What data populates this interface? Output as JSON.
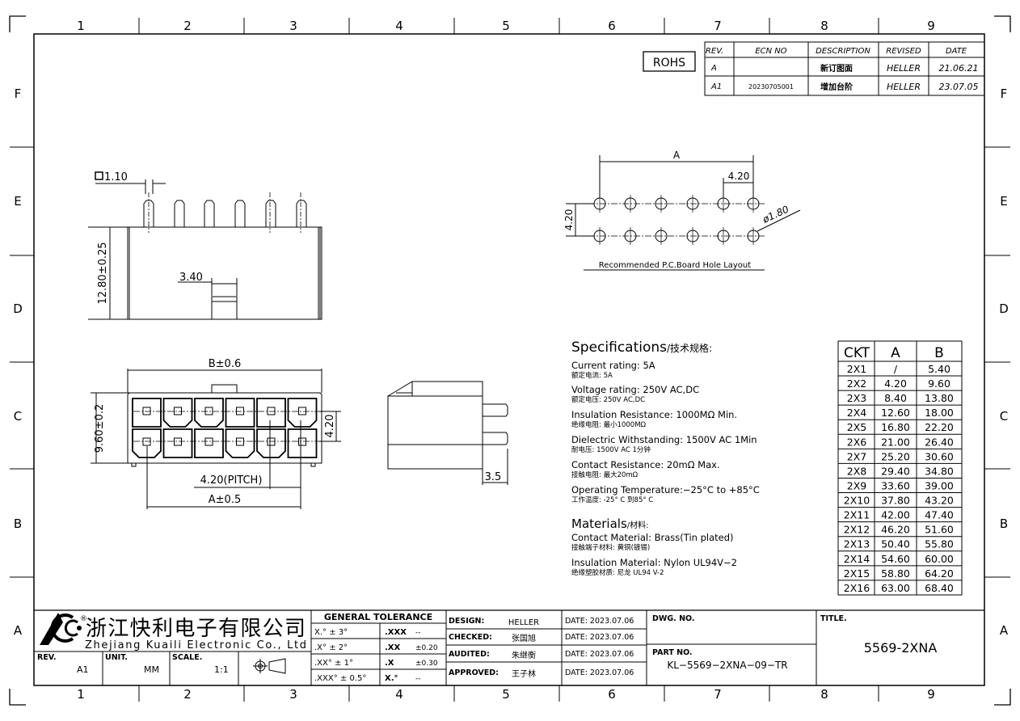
{
  "frame": {
    "columns": [
      "1",
      "2",
      "3",
      "4",
      "5",
      "6",
      "7",
      "8",
      "9"
    ],
    "rows": [
      "F",
      "E",
      "D",
      "C",
      "B",
      "A"
    ]
  },
  "rohs": "ROHS",
  "revision_table": {
    "headers": [
      "REV.",
      "ECN NO",
      "DESCRIPTION",
      "REVISED",
      "DATE"
    ],
    "rows": [
      [
        "A",
        "",
        "新订图面",
        "HELLER",
        "21.06.21"
      ],
      [
        "A1",
        "20230705001",
        "增加台阶",
        "HELLER",
        "23.07.05"
      ]
    ]
  },
  "top_view": {
    "pin_size": "1.10",
    "height": "12.80±0.25",
    "slot_width": "3.40"
  },
  "front_view": {
    "width": "B±0.6",
    "height": "9.60±0.2",
    "row_pitch": "4.20",
    "pitch": "4.20(PITCH)",
    "span": "A±0.5"
  },
  "side_view": {
    "pin_length": "3.5"
  },
  "pcb_layout": {
    "span": "A",
    "pitch": "4.20",
    "row_pitch": "4.20",
    "hole_dia": "ø1.80",
    "caption": "Recommended  P.C.Board Hole  Layout"
  },
  "specifications": {
    "title": "Specifications",
    "title_cn": "/技术规格:",
    "items": [
      {
        "en": "Current  rating:  5A",
        "cn": "额定电流: 5A"
      },
      {
        "en": "Voltage  rating:  250V  AC,DC",
        "cn": "额定电压: 250V AC,DC"
      },
      {
        "en": "Insulation  Resistance:  1000MΩ  Min.",
        "cn": "绝缘电阻: 最小1000MΩ"
      },
      {
        "en": "Dielectric  Withstanding:    1500V  AC    1Min",
        "cn": "耐电压: 1500V AC  1分钟"
      },
      {
        "en": "Contact  Resistance:    20mΩ  Max.",
        "cn": "接触电阻: 最大20mΩ"
      },
      {
        "en": "Operating  Temperature:−25°C  to  +85°C",
        "cn": "工作温度: -25° C 到85° C"
      }
    ],
    "materials_title": "Materials",
    "materials_title_cn": "/材料:",
    "materials": [
      {
        "en": "Contact  Material:  Brass(Tin  plated)",
        "cn": "接触端子材料: 黄铜(镀锡)"
      },
      {
        "en": "Insulation  Material:  Nylon  UL94V−2",
        "cn": "绝缘塑胶材质: 尼龙 UL94 V-2"
      }
    ]
  },
  "ckt_table": {
    "headers": [
      "CKT",
      "A",
      "B"
    ],
    "rows": [
      [
        "2X1",
        "/",
        "5.40"
      ],
      [
        "2X2",
        "4.20",
        "9.60"
      ],
      [
        "2X3",
        "8.40",
        "13.80"
      ],
      [
        "2X4",
        "12.60",
        "18.00"
      ],
      [
        "2X5",
        "16.80",
        "22.20"
      ],
      [
        "2X6",
        "21.00",
        "26.40"
      ],
      [
        "2X7",
        "25.20",
        "30.60"
      ],
      [
        "2X8",
        "29.40",
        "34.80"
      ],
      [
        "2X9",
        "33.60",
        "39.00"
      ],
      [
        "2X10",
        "37.80",
        "43.20"
      ],
      [
        "2X11",
        "42.00",
        "47.40"
      ],
      [
        "2X12",
        "46.20",
        "51.60"
      ],
      [
        "2X13",
        "50.40",
        "55.80"
      ],
      [
        "2X14",
        "54.60",
        "60.00"
      ],
      [
        "2X15",
        "58.80",
        "64.20"
      ],
      [
        "2X16",
        "63.00",
        "68.40"
      ]
    ]
  },
  "title_block": {
    "company_cn": "浙江快利电子有限公司",
    "company_en": "Zhejiang  Kuaili  Electronic  Co.,  Ltd",
    "rev_label": "REV.",
    "rev": "A1",
    "unit_label": "UNIT.",
    "unit": "MM",
    "scale_label": "SCALE.",
    "scale": "1:1",
    "tolerance_title": "GENERAL  TOLERANCE",
    "tolerances": [
      [
        "X.° ± 3°",
        ".XXX",
        "--"
      ],
      [
        ".X° ± 2°",
        ".XX",
        "±0.20"
      ],
      [
        ".XX° ± 1°",
        ".X",
        "±0.30"
      ],
      [
        ".XXX° ± 0.5°",
        "X.°",
        "--"
      ]
    ],
    "approvals": [
      {
        "label": "DESIGN:",
        "name": "HELLER",
        "date": "DATE: 2023.07.06"
      },
      {
        "label": "CHECKED:",
        "name": "张国旭",
        "date": "DATE: 2023.07.06"
      },
      {
        "label": "AUDITED:",
        "name": "朱继衡",
        "date": "DATE: 2023.07.06"
      },
      {
        "label": "APPROVED:",
        "name": "王子林",
        "date": "DATE: 2023.07.06"
      }
    ],
    "dwg_no_label": "DWG. NO.",
    "part_no_label": "PART NO.",
    "part_no": "KL−5569−2XNA−09−TR",
    "title_label": "TITLE.",
    "title": "5569-2XNA"
  }
}
